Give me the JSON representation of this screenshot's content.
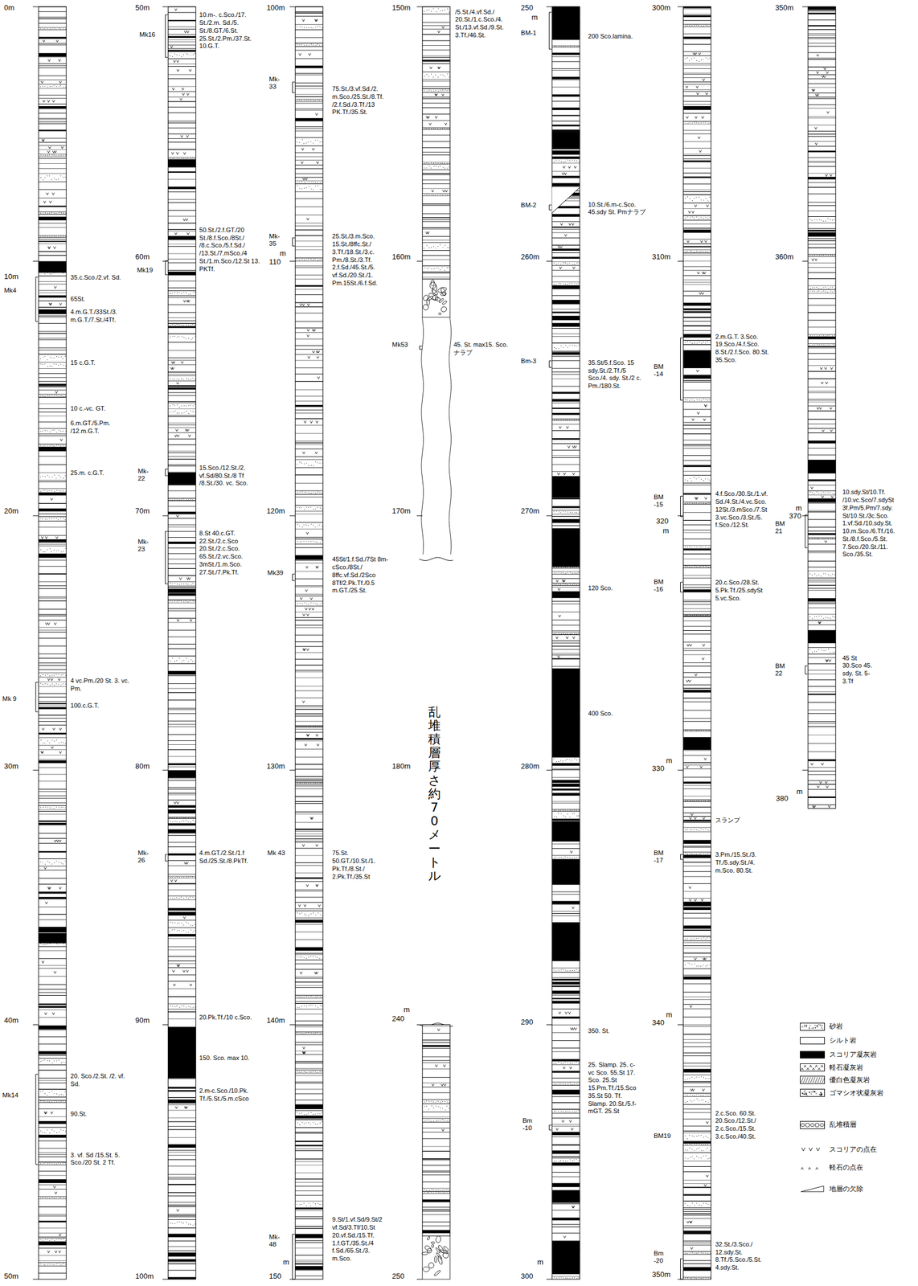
{
  "diagram": {
    "labels": [
      "0m",
      "10m",
      "20m",
      "30m",
      "40m",
      "50m",
      "Mk4",
      "Mk 9",
      "Mk14",
      "35.c.Sco./2.vf. Sd.",
      "65St.",
      "4.m.G.T./33St./3. m.G.T./7.St./4Tf.",
      "15 c.G.T.",
      "10 c.-vc. GT.",
      "6.m.GT./5.Pm. /12.m.G.T.",
      "25.m. c.G.T.",
      "4 vc.Pm./20 St. 3. vc. Pm.",
      "100.c.G.T.",
      "20. Sco./2.St. /2. vf. Sd.",
      "90.St.",
      "3. vf. Sd /15.St. 5. Sco./20 St. 2 Tf.",
      "50m",
      "60m",
      "70m",
      "80m",
      "90m",
      "100m",
      "Mk16",
      "Mk19",
      "Mk- 22",
      "Mk- 23",
      "Mk- 26",
      "10.m-. c.Sco./17. St./2.m. Sd./5. St./8.GT./6.St. 25.St./2.Pm./37.St. 10.G.T.",
      "50.St./2.f.GT./20 St./8.f.Sco./8St./ /8.c.Sco./5.f.Sd./ /13.St./7.mSco./4 St./1.m.Sco./12.St 13. PKTf.",
      "15.Sco./12.St./2. vf.Sd/80.St./8 Tf /8.St./30. vc. Sco.",
      "8.St 40.c.GT. 22.St./2.c.Sco 20.St./2.c.Sco. 65.St./2.vc.Sco. 3mSt./1.m.Sco. 27.St./7.Pk.Tf.",
      "4.m.GT./2.St./1.f Sd./25.St./8.PkTf.",
      "20.Pk.Tf./10 c.Sco.",
      "150. Sco. max 10.",
      "2.m-c.Sco./10.Pk. Tf./5.St./5.m.cSco",
      "100m",
      "Mk- 33",
      "Mk- 35",
      "m",
      "110",
      "120m",
      "130m",
      "140m",
      "Mk39",
      "Mk 43",
      "Mk- 48",
      "m",
      "150",
      "75.St./3.vf.Sd./2. m.Sco./25.St./8.Tf. /2.f.Sd./3.Tf./13 PK.Tf./35.St.",
      "25.St./3.m.Sco. 15.St./8ffc.St./ 3.Tf./18.St./3.c. Pm./8.St./3.Tf. 2.f.Sd./45.St./5. vf.Sd./20.St./1. Pm.15St./6.f.Sd.",
      "45St/1.f.Sd./7St 8m-cSco./8St./ 8ffc.vf.Sd./2Sco 8Tf/2.Pk.Tf./0.5 m.GT./25.St.",
      "75.St. 50.GT./10.St./1. Pk.Tf./8.St./ 2.Pk.Tf./35.St",
      "9.St/1.vf.Sd/9.St/2 vf.Sd/3.Tf/10.St 20.vf.Sd./15.Tf. 1.f.GT./35.St./4 f.Sd./65.St./3. m.Sco.",
      "150m",
      "160m",
      "170m",
      "180m",
      "m",
      "240",
      "250",
      "Mk53",
      "/5.St./4.vf.Sd./ 20.St./1.c.Sco./4. St./13.vf.Sd./9.St. 3.Tf./46.St.",
      "45. St. max15. Sco. ナラブ",
      "乱堆積層 厚さ約70メートル",
      "250",
      "m",
      "260m",
      "270m",
      "280m",
      "290",
      "m",
      "300",
      "BM-1",
      "BM-2",
      "Bm-3",
      "Bm -10",
      "200 Sco.lamina.",
      "10.St./6.m-c.Sco. 45.sdy St. Pmナラブ",
      "35.St/5.f.Sco. 15 sdy.St./2.Tf./5 Sco./4. sdy. St./2 c. Pm./180.St.",
      "120 Sco.",
      "400 Sco.",
      "350. St.",
      "25. Slamp. 25. c-vc Sco. 55.St 17. Sco. 25.St 15.Pm.Tf./15.Sco 35.St 50. Tf. Slamp. 20.St./5.f-mGT. 25.St",
      "300m",
      "310m",
      "320",
      "m",
      "m",
      "330",
      "m",
      "340",
      "350m",
      "BM -14",
      "BM -15",
      "BM -16",
      "BM -17",
      "BM19",
      "Bm -20",
      "2.m.G.T. 3.Sco. 19.Sco./4.f.Sco. 8.St./2.f.Sco. 80.St. 35.Sco.",
      "4.f.Sco./30.St./1.vf. Sd./4.St./4.vc.Sco. 12St./3.mSco./7.St 3.vc.Sco./3.St./5. f.Sco./12.St.",
      "20.c.Sco./28.St. 5.Pk.Tf./25.sdySt 5.vc.Sco.",
      "スランプ",
      "3.Pm./15.St./3. Tf./5.sdy.St./4. m.Sco. 80.St.",
      "2.c.Sco. 60.St. 20.Sco./12.St./ 2.c.Sco./15.St. 3.c.Sco./40.St.",
      "32.St./3.Sco./ 12.sdy.St. 8.Tf./5.Sco./5.St. 4.sdy.St.",
      "350m",
      "360m",
      "m",
      "370",
      "BM 21",
      "BM 22",
      "380",
      "m",
      "10.sdy.St/10.Tf. /10.vc.Sco/7.sdySt 3f.Pm/5.Pm/7.sdy. St/10.St./3c.Sco. 1.vf.Sd./10.sdy.St. 10.m.Sco./6.Tf./16. St./8.f.Sco./5.St. 7.Sco./20.St./11. Sco./35.St.",
      "45 St 30.Sco 45. sdy. St. 5-3.Tf"
    ],
    "legend": [
      {
        "text": "砂岩"
      },
      {
        "text": "シルト岩",
        "color": "#ffffff"
      },
      {
        "text": "スコリア凝灰岩",
        "color": "#000000"
      },
      {
        "text": "軽石凝灰岩"
      },
      {
        "text": "優白色凝灰岩"
      },
      {
        "text": "ゴマシオ状凝灰岩"
      },
      {
        "text": "乱堆積層"
      },
      {
        "text": "スコリアの点在"
      },
      {
        "text": "軽石の点在"
      },
      {
        "text": "地層の欠除"
      }
    ]
  }
}
